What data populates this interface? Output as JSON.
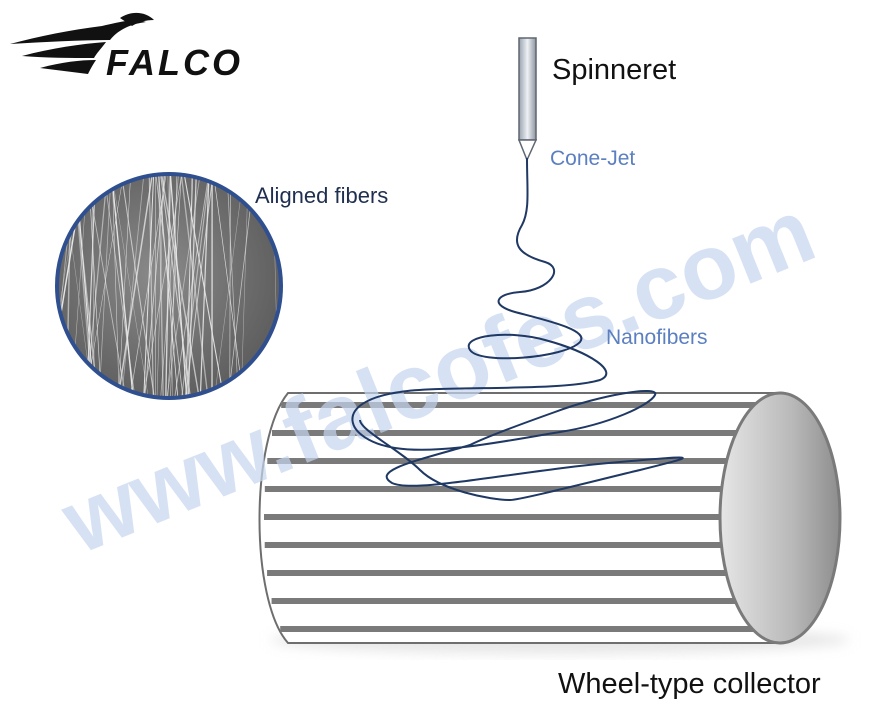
{
  "logo": {
    "text": "FALCO"
  },
  "watermark": {
    "text": "www.falcofes.com"
  },
  "labels": {
    "spinneret": "Spinneret",
    "cone_jet": "Cone-Jet",
    "nanofibers": "Nanofibers",
    "aligned_fibers": "Aligned fibers",
    "collector": "Wheel-type collector"
  },
  "colors": {
    "fiber": "#1f3864",
    "label_blue": "#5b7fc1",
    "watermark": "#c5d6ef",
    "collector_stripe": "#7a7a7a",
    "inset_border": "#2f4f8f"
  }
}
